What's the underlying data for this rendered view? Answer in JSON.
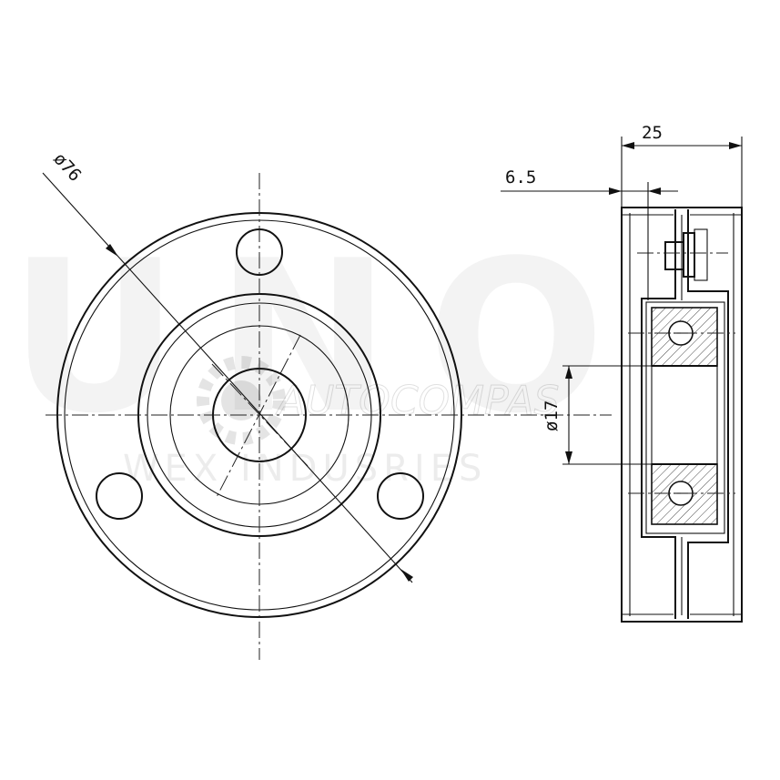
{
  "dimensions": {
    "outer_diameter": "ø76",
    "width": "25",
    "offset": "6.5",
    "bore_diameter": "ø17"
  },
  "watermark": {
    "brand": "UNO",
    "company": "AUTOCOMPAS",
    "tagline": "WEX INDUSRIES"
  }
}
